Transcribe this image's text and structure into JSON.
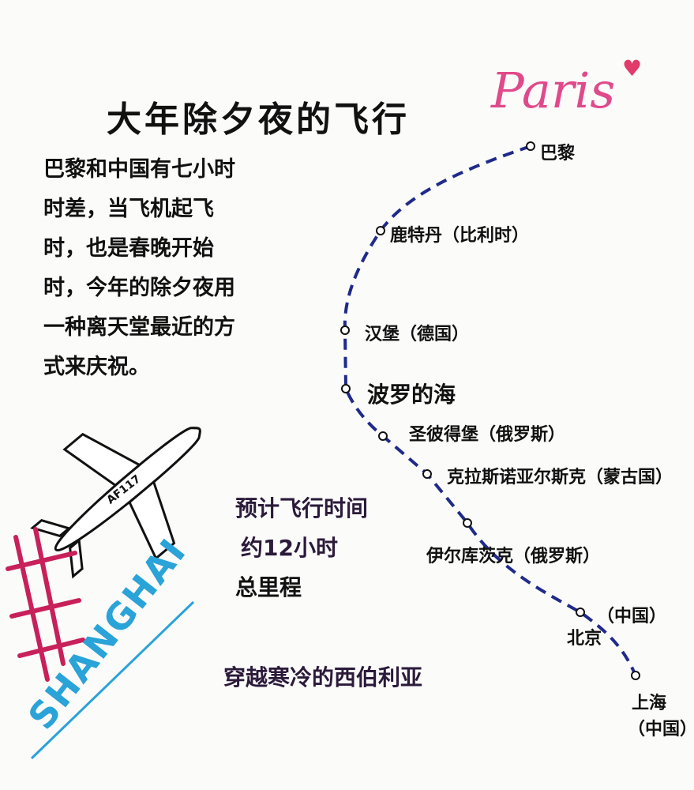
{
  "title": "大年除夕夜的飞行",
  "intro": "巴黎和中国有七小时时差，当飞机起飞时，也是春晚开始时，今年的除夕夜用一种离天堂最近的方式来庆祝。",
  "logo_paris": "Paris",
  "logo_shanghai": "SHANGHAI",
  "plane_code": "AF117",
  "route": {
    "paris": "巴黎",
    "rotterdam": "鹿特丹（比利时）",
    "hamburg": "汉堡（德国）",
    "baltic": "波罗的海",
    "stpetersburg": "圣彼得堡（俄罗斯）",
    "krasnoyarsk": "克拉斯诺亚尔斯克（蒙古国）",
    "irkutsk": "伊尔库茨克（俄罗斯）",
    "china1": "（中国）",
    "beijing": "北京",
    "shanghai": "上海",
    "china2": "（中国）"
  },
  "flight": {
    "time_label": "预计飞行时间",
    "time_value": "约12小时",
    "distance_label": "总里程"
  },
  "siberia": "穿越寒冷的西伯利亚",
  "colors": {
    "route": "#1f2a8a",
    "paris": "#e04a8a",
    "shanghai": "#2aa3d8"
  }
}
